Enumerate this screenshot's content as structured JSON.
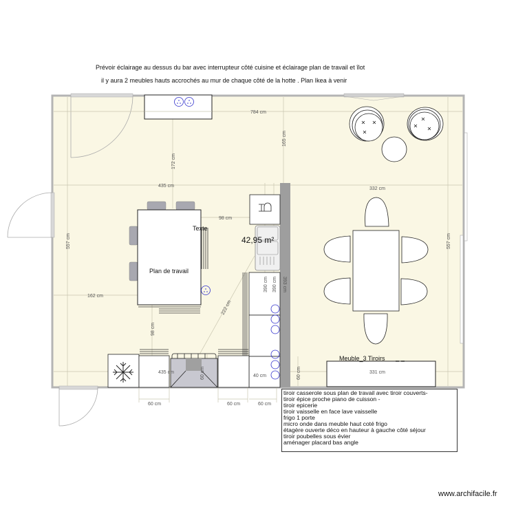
{
  "header_notes": [
    "Prévoir éclairage au dessus du bar avec interrupteur côté cuisine et éclairage plan de travail et îlot",
    "il y aura 2 meubles hauts accrochés au mur de chaque côté de la hotte . Plan Ikea à venir"
  ],
  "plan": {
    "area": "42,95 m²",
    "labels": {
      "island": "Plan de travail",
      "texte": "Texte",
      "drawer_unit": "Meuble_3 Tiroirs"
    },
    "dimensions": {
      "top_width": "784 cm",
      "left_height": "557 cm",
      "right_height": "557 cm",
      "island_to_top": "172 cm",
      "right_to_top": "165 cm",
      "left_section_width": "435 cm",
      "right_section_width": "332 cm",
      "island_to_counter": "98 cm",
      "left_to_island": "162 cm",
      "island_to_bottom": "98 cm",
      "diagonal": "222 cm",
      "wall_counter_1": "390 cm",
      "wall_counter_2": "390 cm",
      "partition": "393 cm",
      "bottom_left_width": "435 cm",
      "hob_depth": "60 cm",
      "counter_depth_40": "40 cm",
      "right_bottom_depth": "60 cm",
      "bottom_right_width": "331 cm",
      "below_1": "60 cm",
      "below_2": "60 cm",
      "below_3": "60 cm"
    }
  },
  "todo_list": [
    "tiroir casserole sous plan de travail avec tiroir couverts-",
    "tiroir épice proche piano de cuisson -",
    "tiroir epicerie",
    "tiroir vaisselle en face lave vaisselle",
    "frigo 1 porte",
    "micro onde dans meuble haut coté frigo",
    "étagère ouverte déco en hauteur à gauche côté séjour",
    "tiroir poubelles sous évier",
    "aménager placard bas angle"
  ],
  "watermark": "www.archifacile.fr",
  "colors": {
    "floor": "#faf7e4",
    "wall": "#b4b4b4",
    "partition": "#9e9e9e",
    "socket": "#3333cc"
  }
}
